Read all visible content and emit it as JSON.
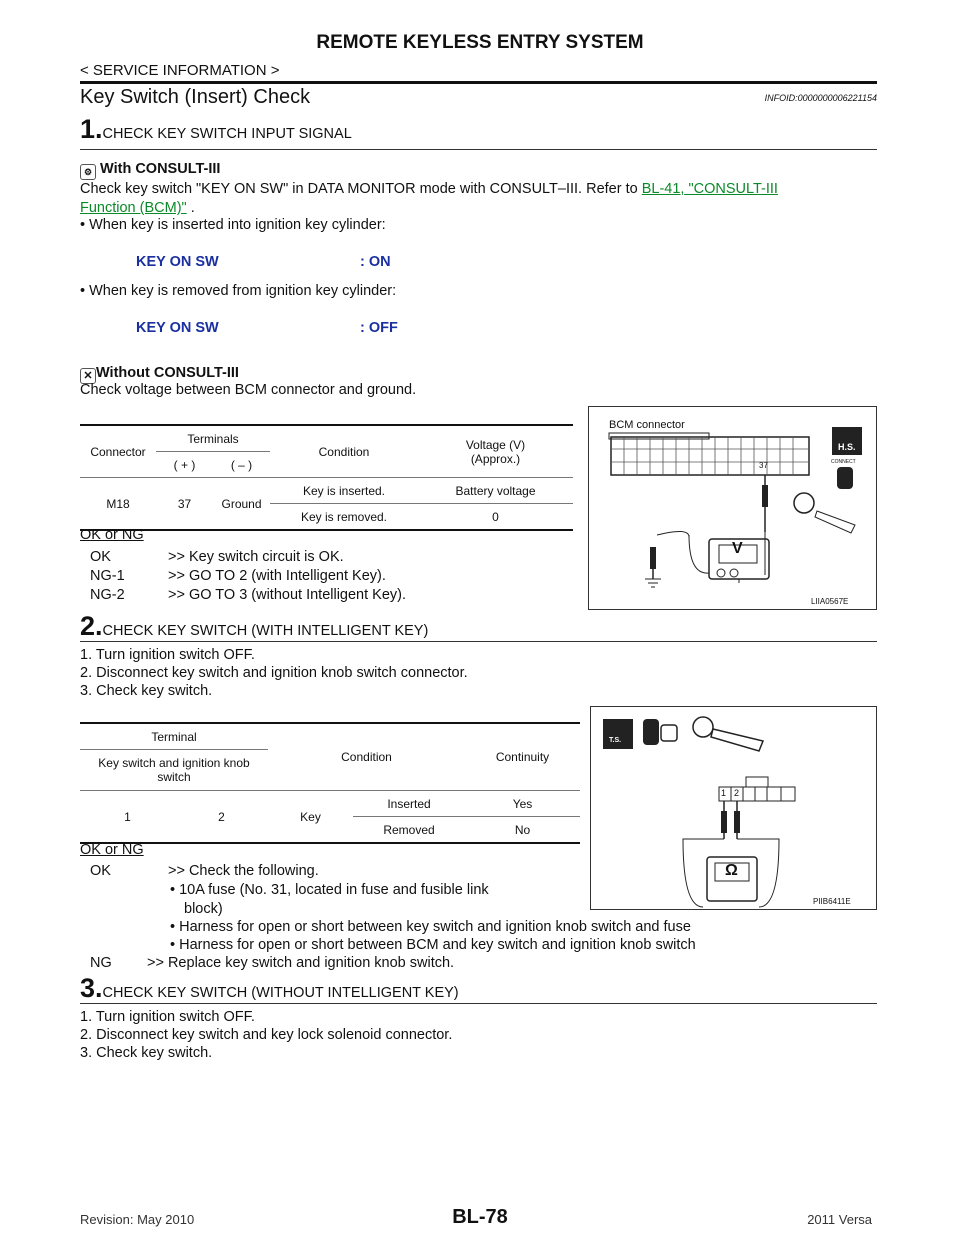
{
  "header": {
    "title": "REMOTE KEYLESS ENTRY SYSTEM",
    "breadcrumb": "< SERVICE INFORMATION >"
  },
  "section": {
    "title": "Key Switch (Insert) Check",
    "info_id": "INFOID:0000000006221154"
  },
  "step1": {
    "num": "1.",
    "title": "CHECK KEY SWITCH INPUT SIGNAL",
    "with_consult": "With CONSULT-III",
    "check_text": "Check key switch \"KEY ON SW\" in DATA MONITOR mode with CONSULT–III. Refer to",
    "link_ref": "BL-41, \"CONSULT-III",
    "link_ref2": "Function (BCM)\"",
    "after_link": " .",
    "bullet1": "•  When key is inserted into ignition key cylinder:",
    "spec1_label": "KEY ON SW",
    "spec1_value": ": ON",
    "bullet2": "•  When key is removed from ignition key cylinder:",
    "spec2_label": "KEY ON SW",
    "spec2_value": ": OFF",
    "without_consult": "Without CONSULT-III",
    "voltage_text": "Check voltage between BCM connector and ground.",
    "ok_ng": "OK or NG",
    "results": [
      {
        "code": "OK",
        "text": ">> Key switch circuit is OK."
      },
      {
        "code": "NG-1",
        "text": ">> GO TO 2 (with Intelligent Key)."
      },
      {
        "code": "NG-2",
        "text": ">> GO TO 3 (without Intelligent Key)."
      }
    ]
  },
  "table1": {
    "h_connector": "Connector",
    "h_terminals": "Terminals",
    "h_plus": "( + )",
    "h_minus": "( – )",
    "h_condition": "Condition",
    "h_voltage": "Voltage (V)",
    "h_voltage2": "(Approx.)",
    "connector": "M18",
    "terminal_plus": "37",
    "terminal_minus": "Ground",
    "cond1": "Key is inserted.",
    "val1": "Battery voltage",
    "cond2": "Key is removed.",
    "val2": "0"
  },
  "figure1": {
    "bcm_label": "BCM connector",
    "pin_label": "37",
    "meter_label": "V",
    "hs_label": "H.S.",
    "connect_label": "CONNECT",
    "fig_id": "LIIA0567E"
  },
  "step2": {
    "num": "2.",
    "title": "CHECK KEY SWITCH (WITH INTELLIGENT KEY)",
    "items": [
      "1.  Turn ignition switch OFF.",
      "2.  Disconnect key switch and ignition knob switch connector.",
      "3.  Check key switch."
    ],
    "ok_ng": "OK or NG",
    "ok_code": "OK",
    "ok_text": ">>  Check the following.",
    "sub1": "•  10A  fuse  (No.  31,  located  in  fuse  and  fusible  link",
    "sub1b": "block)",
    "sub2": "•  Harness for open or short between key switch and ignition knob switch and fuse",
    "sub3": "•  Harness for open or short between BCM and key switch and ignition knob switch",
    "ng_code": "NG",
    "ng_text": ">> Replace key switch and ignition knob switch."
  },
  "table2": {
    "h_terminal": "Terminal",
    "h_key_switch": "Key switch and ignition knob",
    "h_key_switch2": "switch",
    "h_condition": "Condition",
    "h_continuity": "Continuity",
    "t1": "1",
    "t2": "2",
    "key": "Key",
    "cond1": "Inserted",
    "val1": "Yes",
    "cond2": "Removed",
    "val2": "No"
  },
  "figure2": {
    "ts_label": "T.S.",
    "pin1": "1",
    "pin2": "2",
    "meter_label": "Ω",
    "fig_id": "PIIB6411E"
  },
  "step3": {
    "num": "3.",
    "title": "CHECK KEY SWITCH (WITHOUT INTELLIGENT KEY)",
    "items": [
      "1.  Turn ignition switch OFF.",
      "2.  Disconnect key switch and key lock solenoid connector.",
      "3.  Check key switch."
    ]
  },
  "footer": {
    "revision": "Revision: May 2010",
    "page": "BL-78",
    "model": "2011 Versa"
  }
}
